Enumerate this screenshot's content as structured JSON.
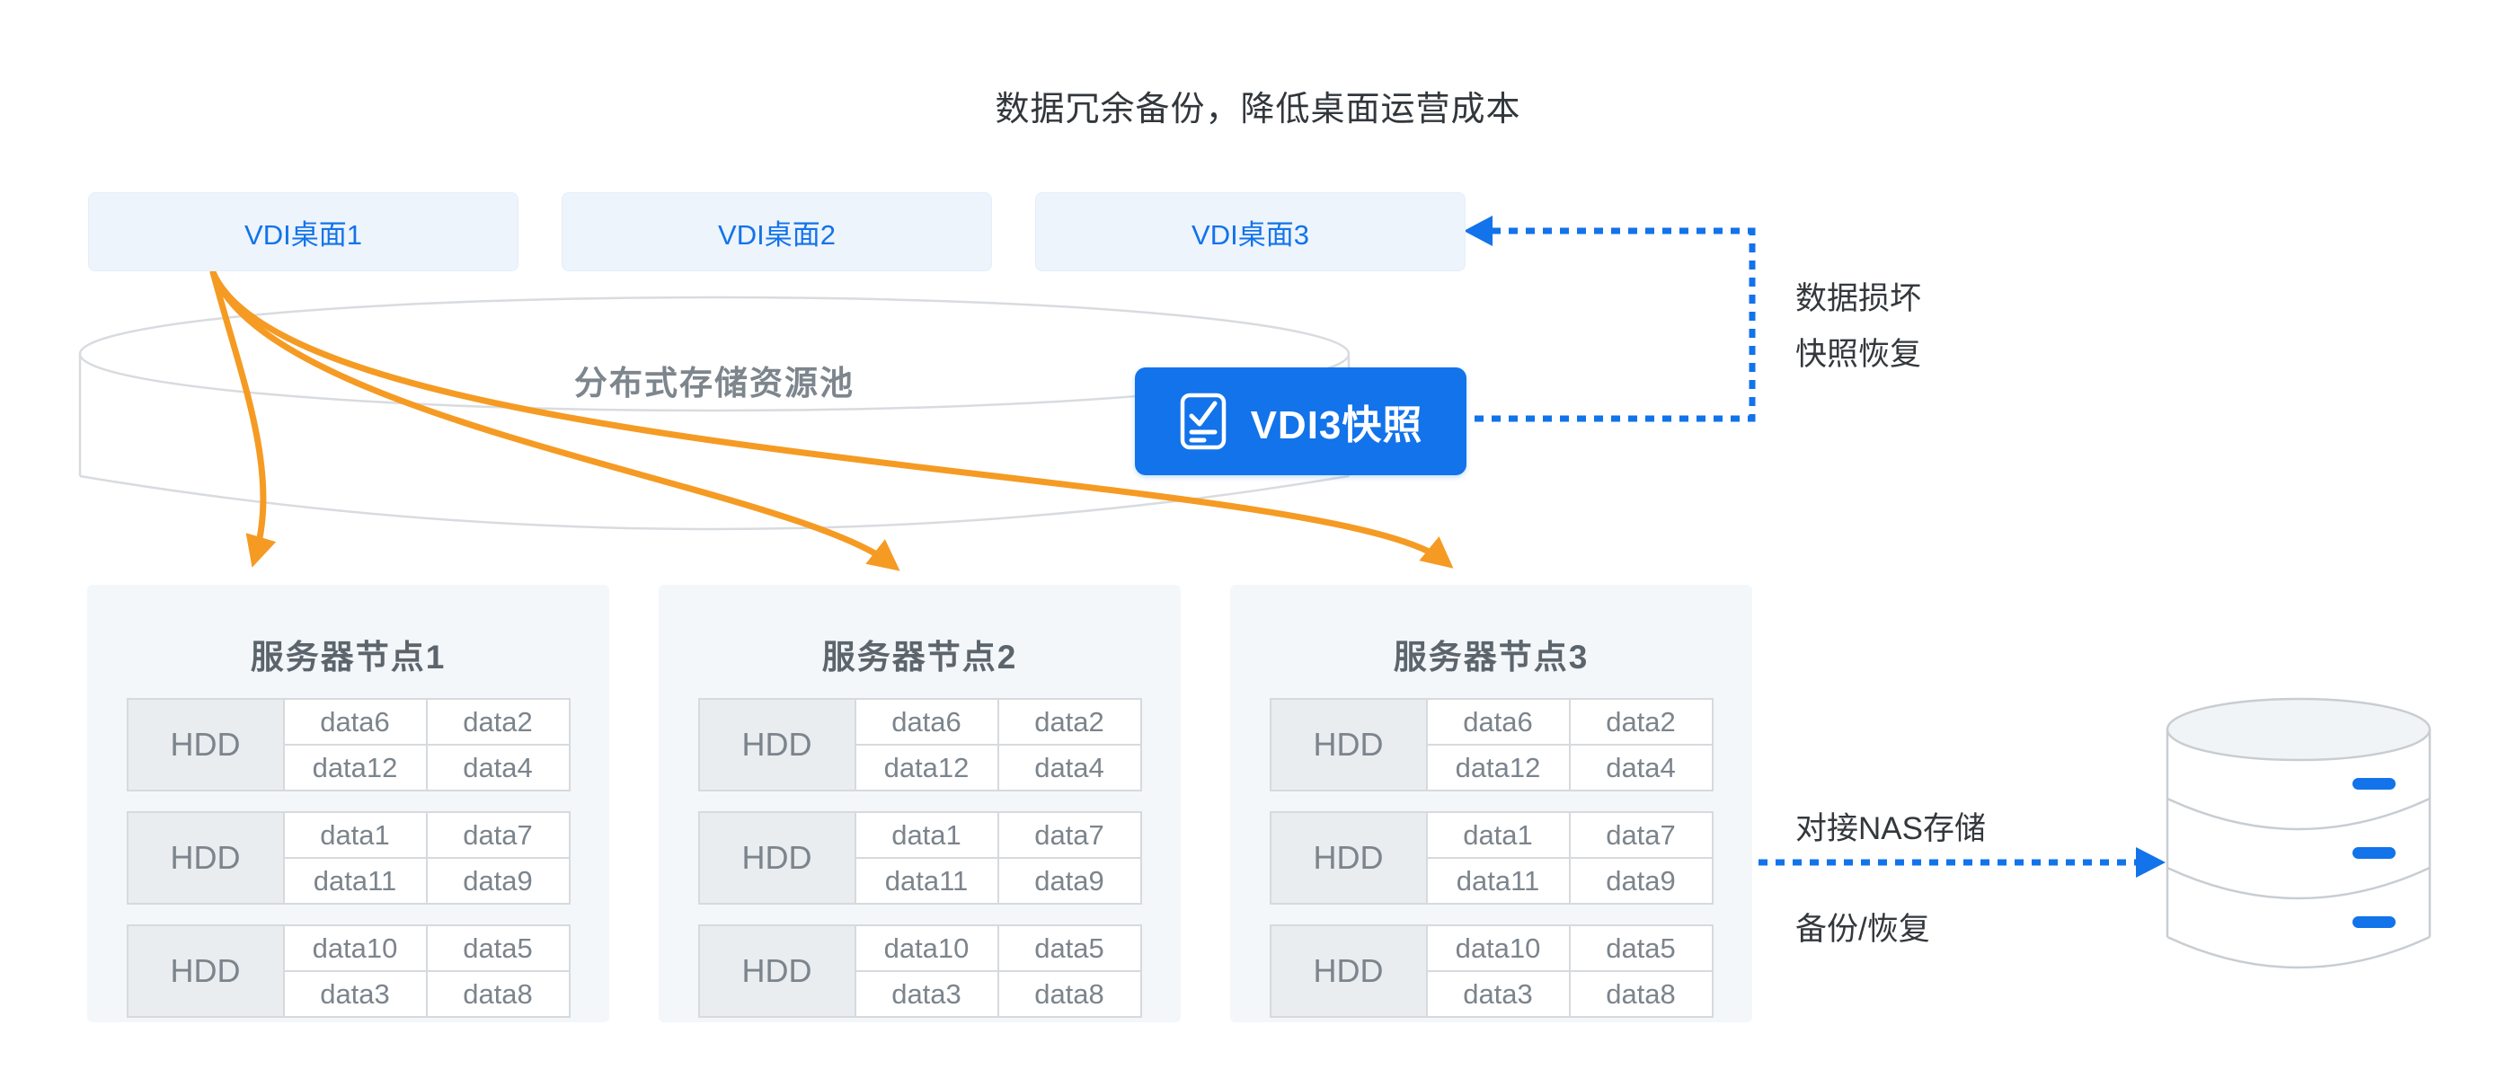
{
  "title": "数据冗余备份，降低桌面运营成本",
  "colors": {
    "brand_blue": "#1273EA",
    "orange": "#F59B23",
    "light_blue_chip": "#EDF4FC",
    "node_background": "#F3F7FA",
    "table_border": "#D6DADE",
    "hdd_cell_background": "#E9EDF0",
    "gray_text": "#7C848C",
    "cylinder_stroke": "#D8DBDF"
  },
  "vdi_desktops": [
    {
      "label": "VDI桌面1"
    },
    {
      "label": "VDI桌面2"
    },
    {
      "label": "VDI桌面3"
    }
  ],
  "storage_pool": {
    "label": "分布式存储资源池"
  },
  "snapshot_button": {
    "label": "VDI3快照",
    "icon": "checklist-icon"
  },
  "snapshot_note_lines": [
    "数据损坏",
    "快照恢复"
  ],
  "server_nodes": [
    {
      "title": "服务器节点1",
      "hdds": [
        {
          "label": "HDD",
          "cells": [
            [
              "data6",
              "data2"
            ],
            [
              "data12",
              "data4"
            ]
          ]
        },
        {
          "label": "HDD",
          "cells": [
            [
              "data1",
              "data7"
            ],
            [
              "data11",
              "data9"
            ]
          ]
        },
        {
          "label": "HDD",
          "cells": [
            [
              "data10",
              "data5"
            ],
            [
              "data3",
              "data8"
            ]
          ]
        }
      ]
    },
    {
      "title": "服务器节点2",
      "hdds": [
        {
          "label": "HDD",
          "cells": [
            [
              "data6",
              "data2"
            ],
            [
              "data12",
              "data4"
            ]
          ]
        },
        {
          "label": "HDD",
          "cells": [
            [
              "data1",
              "data7"
            ],
            [
              "data11",
              "data9"
            ]
          ]
        },
        {
          "label": "HDD",
          "cells": [
            [
              "data10",
              "data5"
            ],
            [
              "data3",
              "data8"
            ]
          ]
        }
      ]
    },
    {
      "title": "服务器节点3",
      "hdds": [
        {
          "label": "HDD",
          "cells": [
            [
              "data6",
              "data2"
            ],
            [
              "data12",
              "data4"
            ]
          ]
        },
        {
          "label": "HDD",
          "cells": [
            [
              "data1",
              "data7"
            ],
            [
              "data11",
              "data9"
            ]
          ]
        },
        {
          "label": "HDD",
          "cells": [
            [
              "data10",
              "data5"
            ],
            [
              "data3",
              "data8"
            ]
          ]
        }
      ]
    }
  ],
  "nas": {
    "line1": "对接NAS存储",
    "line2": "备份/恢复",
    "icon": "database-icon"
  }
}
